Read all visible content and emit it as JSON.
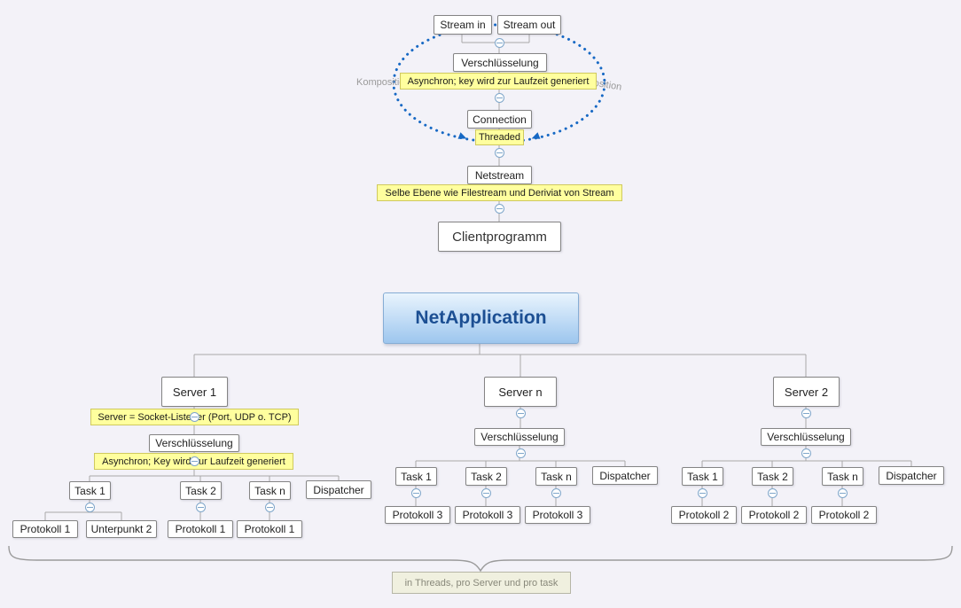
{
  "colors": {
    "background": "#f3f2f8",
    "composition_ellipse_blue": "#1668c4",
    "note_yellow": "#ffff9e",
    "connector_gray": "#a8a8a8",
    "root_text_blue": "#1c4f93"
  },
  "client": {
    "stream_in": "Stream in",
    "stream_out": "Stream out",
    "verschluesselung": "Verschlüsselung",
    "note_async": "Asynchron; key wird zur Laufzeit generiert",
    "komposition_left": "Komposition",
    "komposition_right": "Komposition",
    "connection": "Connection",
    "threaded": "Threaded",
    "netstream": "Netstream",
    "note_netstream": "Selbe Ebene wie Filestream und Deriviat von Stream",
    "clientprogramm": "Clientprogramm"
  },
  "root": {
    "title": "NetApplication"
  },
  "server1": {
    "label": "Server 1",
    "note_socket": "Server = Socket-Listener (Port, UDP o. TCP)",
    "verschluesselung": "Verschlüsselung",
    "note_async": "Asynchron; Key wird zur Laufzeit generiert",
    "task1": "Task 1",
    "task2": "Task 2",
    "taskn": "Task n",
    "dispatcher": "Dispatcher",
    "protokoll1_a": "Protokoll 1",
    "unterpunkt2": "Unterpunkt 2",
    "protokoll1_b": "Protokoll 1",
    "protokoll1_c": "Protokoll 1"
  },
  "servern": {
    "label": "Server n",
    "verschluesselung": "Verschlüsselung",
    "task1": "Task 1",
    "task2": "Task 2",
    "taskn": "Task n",
    "dispatcher": "Dispatcher",
    "protokoll3_a": "Protokoll 3",
    "protokoll3_b": "Protokoll 3",
    "protokoll3_c": "Protokoll 3"
  },
  "server2": {
    "label": "Server 2",
    "verschluesselung": "Verschlüsselung",
    "task1": "Task 1",
    "task2": "Task 2",
    "taskn": "Task n",
    "dispatcher": "Dispatcher",
    "protokoll2_a": "Protokoll 2",
    "protokoll2_b": "Protokoll 2",
    "protokoll2_c": "Protokoll 2"
  },
  "footer": {
    "note": "in Threads, pro Server und pro task"
  }
}
